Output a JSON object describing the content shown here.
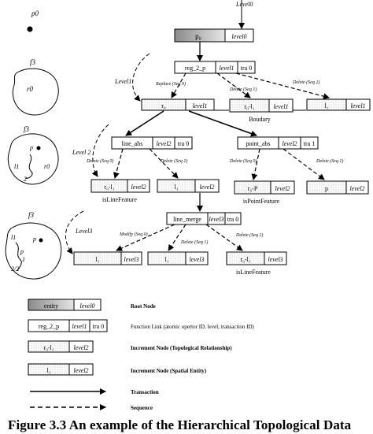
{
  "caption": "Figure 3.3 An example of the Hierarchical Topological Data",
  "left_panel": {
    "p0": "p0",
    "f3_a": "f3",
    "r0_a": "r0",
    "f3_b": "f3",
    "p_b": "p",
    "l1_b": "l1",
    "num2_b": "2",
    "r0_b": "r0",
    "f3_c": "f3",
    "l1_c": "l1",
    "p_c": "p",
    "num1_c": "1",
    "l2_c": "2/2",
    "q_c": "p"
  },
  "levels": {
    "level0": "Level0",
    "level1": "Level1",
    "level2": "Level 2",
    "level3": "Level3"
  },
  "nodes": {
    "p0": {
      "id": "p₀",
      "level": "level0"
    },
    "reg2p": {
      "name": "reg_2_p",
      "level": "level1",
      "tra": "tra 0"
    },
    "r0": {
      "id": "r₀",
      "level": "level1"
    },
    "r0l1": {
      "id": "r₀-l₁",
      "level": "level1"
    },
    "l1top": {
      "id": "l₁",
      "level": "level1"
    },
    "line_abs": {
      "name": "line_abs",
      "level": "level2",
      "tra": "tra 0"
    },
    "point_abs": {
      "name": "point_abs",
      "level": "level2",
      "tra": "tra 1"
    },
    "r0l1_l2": {
      "id": "r₀-l₁",
      "level": "level2"
    },
    "l1_l2": {
      "id": "l₁",
      "level": "level2"
    },
    "r0p_l2": {
      "id": "r₀-P",
      "level": "level2"
    },
    "p_l2": {
      "id": "p",
      "level": "level2"
    },
    "line_merge": {
      "name": "line_merge",
      "level": "level3",
      "tra": "tra 0"
    },
    "l1_l3": {
      "id": "l₁",
      "level": "level3"
    },
    "l1b_l3": {
      "id": "l₁",
      "level": "level3"
    },
    "r0l1_l3": {
      "id": "r₀-l₁",
      "level": "level3"
    }
  },
  "edge_labels": {
    "replace": "Replace (Seq 0)",
    "delete_seq1_a": "Delete (Seq 1)",
    "delete_seq2": "Delete (Seq 2)",
    "delete_seq0_l2": "Delete (Seq 0)",
    "delete_seq1_l2": "Delete (Seq 1)",
    "delete_seq0_pt": "Delete (Seq 0)",
    "delete_seq1_pt": "Delete (Seq 1)",
    "modify_seq0": "Modify (Seq 0)",
    "delete_seq1_l3": "Delete (Seq 1)",
    "delete_seq2_l3": "Delete (Seq 2)"
  },
  "sub_labels": {
    "boundary": "Boudary",
    "isLineFeature_a": "isLineFeature",
    "isPointFeature": "isPointFeature",
    "isLineFeature_b": "isLineFeature"
  },
  "legend": {
    "root": {
      "entity": "entity",
      "level": "level0",
      "desc": "Root Node"
    },
    "func": {
      "name": "reg_2_p",
      "level": "level1",
      "tra": "tra 0",
      "desc": "Function Link (atomic opertor ID, level, transaction ID)"
    },
    "inc_topo": {
      "id": "r₀-l₁",
      "level": "level2",
      "desc": "Increment Node (Topological Relationship)"
    },
    "inc_spatial": {
      "id": "l₁",
      "level": "level2",
      "desc": "Increment Node (Spatial Entity)"
    },
    "transaction": "Transaction",
    "sequence": "Sequence"
  }
}
